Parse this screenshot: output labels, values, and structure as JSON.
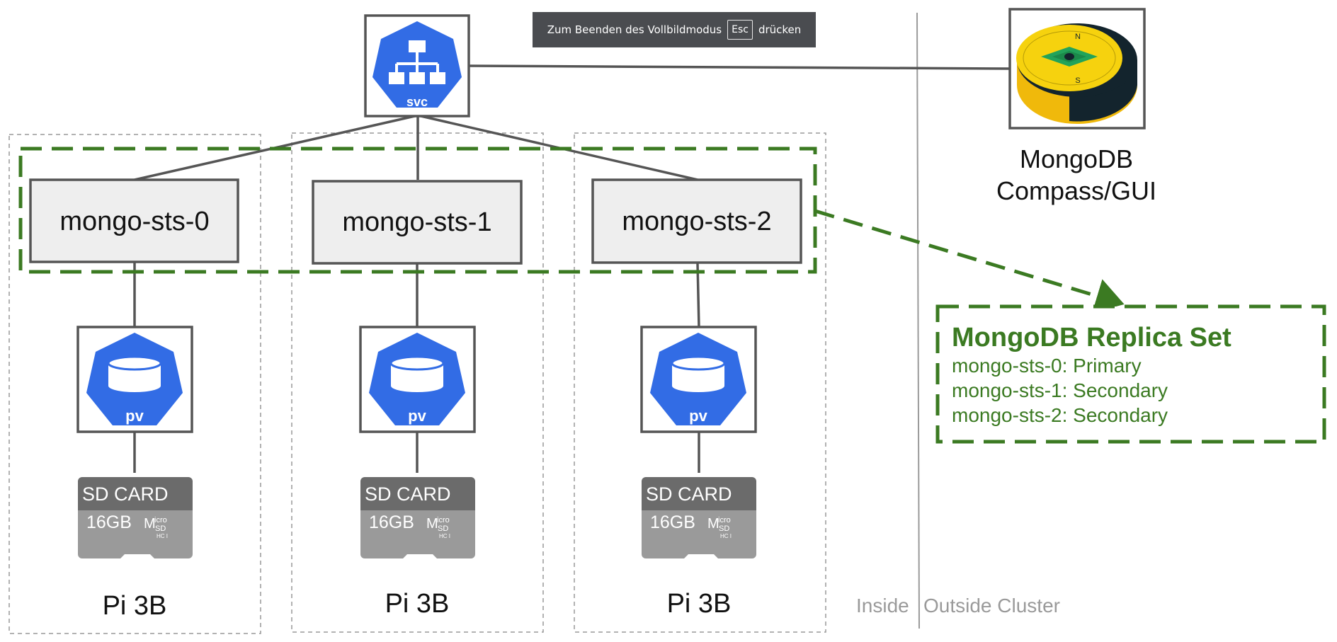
{
  "fullscreen_notice": {
    "prefix": "Zum Beenden des Vollbildmodus",
    "key": "Esc",
    "suffix": "drücken"
  },
  "service": {
    "icon": "service-network-icon",
    "label": "svc"
  },
  "pods": [
    {
      "name": "mongo-sts-0"
    },
    {
      "name": "mongo-sts-1"
    },
    {
      "name": "mongo-sts-2"
    }
  ],
  "volume": {
    "icon": "persistent-volume-icon",
    "label": "pv"
  },
  "sd_card": {
    "icon": "micro-sd-card-icon",
    "title": "SD CARD",
    "size": "16GB",
    "micro_top": "M",
    "micro_a": "icro",
    "micro_b": "SD",
    "micro_c": "HC I"
  },
  "nodes": [
    "Pi 3B",
    "Pi 3B",
    "Pi 3B"
  ],
  "compass": {
    "icon": "mongodb-compass-icon",
    "label_line1": "MongoDB",
    "label_line2": "Compass/GUI",
    "north": "N",
    "south": "S"
  },
  "replica_set": {
    "title": "MongoDB Replica Set",
    "members": [
      "mongo-sts-0: Primary",
      "mongo-sts-1: Secondary",
      "mongo-sts-2: Secondary"
    ]
  },
  "regions": {
    "inside": "Inside",
    "outside": "Outside Cluster"
  },
  "colors": {
    "k8s_blue": "#326ce5",
    "replica_green": "#3b7a22",
    "pod_fill": "#eeeeee",
    "sd_dark": "#6b6b6b",
    "sd_light": "#9a9a9a",
    "compass_yellow": "#f6c90e",
    "compass_dark": "#13242d"
  }
}
